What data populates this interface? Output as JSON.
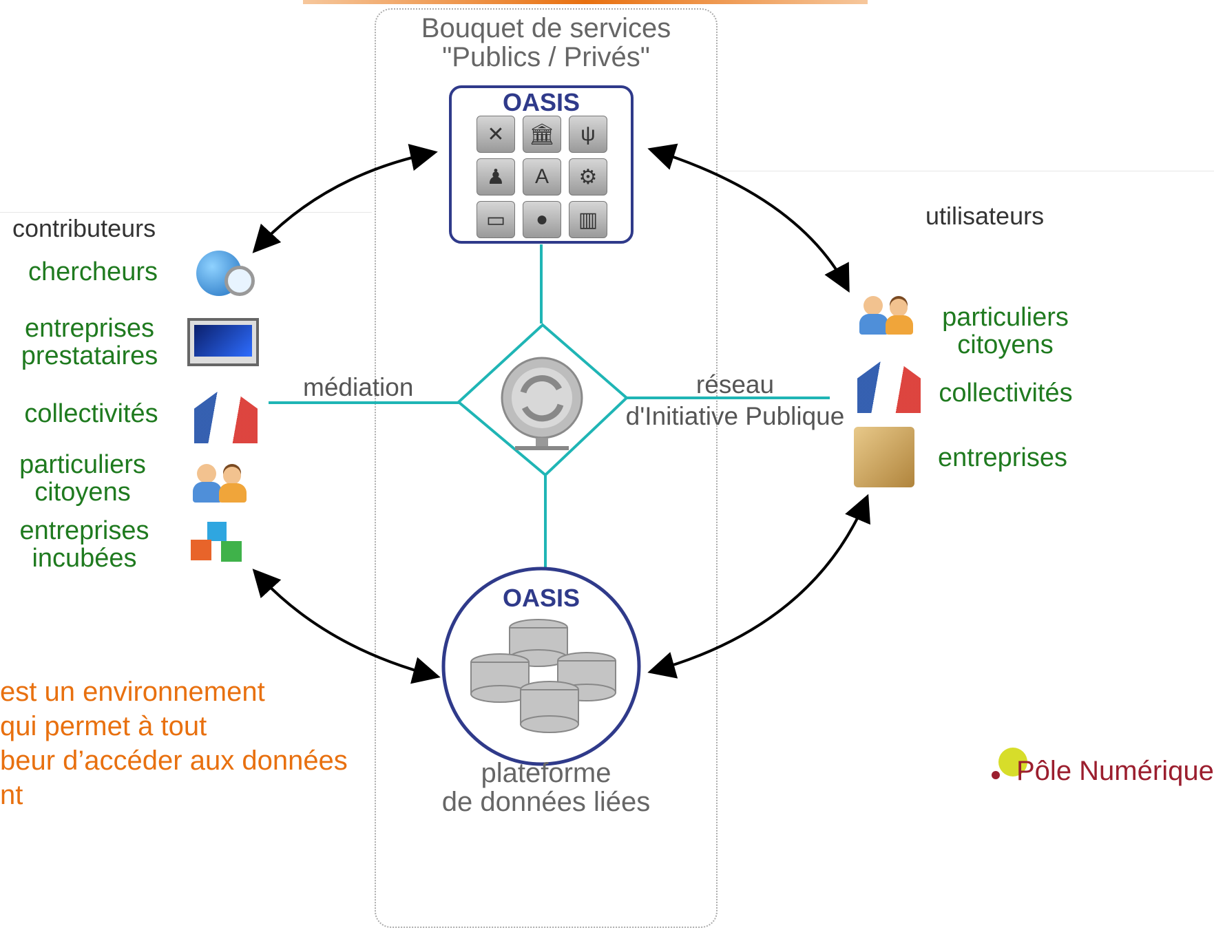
{
  "center": {
    "title": "Bouquet de services\n\"Publics / Privés\"",
    "services_box_title": "OASIS",
    "platform_title": "OASIS",
    "platform_label": "plateforme\nde données liées"
  },
  "left": {
    "heading": "contributeurs",
    "items": [
      {
        "label": "chercheurs",
        "icon": "globe-search-icon"
      },
      {
        "label": "entreprises\nprestataires",
        "icon": "computer-monitor-icon"
      },
      {
        "label": "collectivités",
        "icon": "house-flag-icon"
      },
      {
        "label": "particuliers\ncitoyens",
        "icon": "people-icon"
      },
      {
        "label": "entreprises\nincubées",
        "icon": "cubes-icon"
      }
    ]
  },
  "right": {
    "heading": "utilisateurs",
    "items": [
      {
        "label": "particuliers\ncitoyens",
        "icon": "people-icon"
      },
      {
        "label": "collectivités",
        "icon": "house-flag-icon"
      },
      {
        "label": "entreprises",
        "icon": "folder-tools-icon"
      }
    ]
  },
  "connectors": {
    "left": "médiation",
    "right": "réseau\nd'Initiative Publique"
  },
  "service_icons": [
    "tools-icon",
    "bank-icon",
    "usb-icon",
    "group-icon",
    "app-store-icon",
    "gear-icon",
    "window-icon",
    "globe-icon",
    "film-icon"
  ],
  "caption_fragment": "est un environnement\nqui permet à tout\nbeur d’accéder aux données\nnt",
  "logo": {
    "text": "Pôle Numérique"
  },
  "colors": {
    "green": "#1f7a1f",
    "teal": "#1fb5b5",
    "navy": "#2f3a8a",
    "orange": "#e8700f"
  }
}
